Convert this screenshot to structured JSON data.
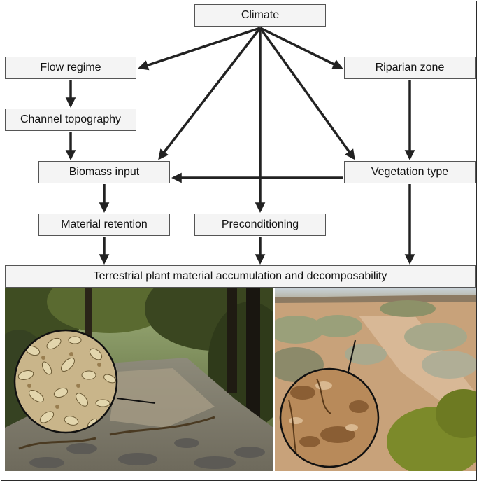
{
  "nodes": {
    "climate": "Climate",
    "flow_regime": "Flow regime",
    "riparian_zone": "Riparian zone",
    "channel_topography": "Channel topography",
    "biomass_input": "Biomass input",
    "vegetation_type": "Vegetation type",
    "material_retention": "Material retention",
    "preconditioning": "Preconditioning",
    "accumulation": "Terrestrial plant material accumulation and decomposability"
  },
  "photos": {
    "left": "forested-streambed-with-leaf-litter-photo",
    "right": "arid-sandy-streambed-with-shrubs-photo"
  },
  "colors": {
    "arrow": "#222222",
    "box_fill": "#f4f4f4",
    "box_border": "#555555"
  }
}
